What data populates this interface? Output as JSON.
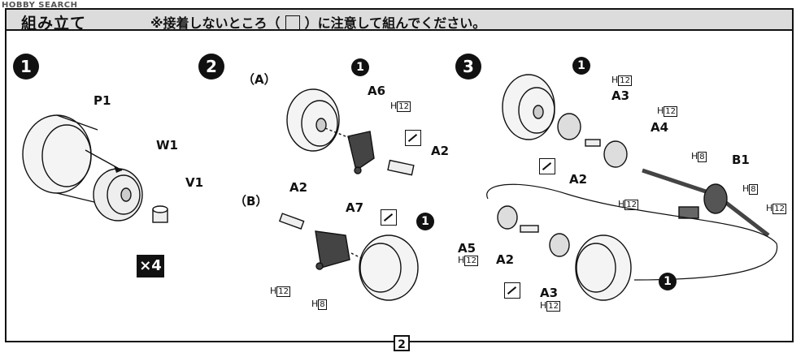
{
  "watermark": "HOBBY SEARCH",
  "header": {
    "title": "組み立て",
    "note_before": "※接着しないところ（",
    "note_after": "）に注意して組んでください。",
    "note_icon": "no-glue-icon"
  },
  "steps": {
    "s1": {
      "number": "1",
      "parts": {
        "tire": "P1",
        "wheel": "W1",
        "cap": "V1"
      },
      "multiplier": "×4"
    },
    "s2": {
      "number": "2",
      "variant_a": {
        "label": "（A）",
        "ref": "1",
        "part": "A6",
        "screw": "A2",
        "hole": "H",
        "hole_size": "12"
      },
      "variant_b": {
        "label": "（B）",
        "ref": "1",
        "part": "A7",
        "screw": "A2",
        "hole1": "H",
        "hole1_size": "12",
        "hole2": "H",
        "hole2_size": "8"
      }
    },
    "s3": {
      "number": "3",
      "parts": {
        "ref_top": "1",
        "ref_bottom": "1",
        "a3": "A3",
        "a4": "A4",
        "a2_top": "A2",
        "b1": "B1",
        "a5": "A5",
        "a2_bottom": "A2",
        "a3_bottom": "A3"
      },
      "holes": {
        "h12": "12",
        "h8": "8"
      },
      "hole_prefix": "H"
    }
  },
  "page_number": "2"
}
